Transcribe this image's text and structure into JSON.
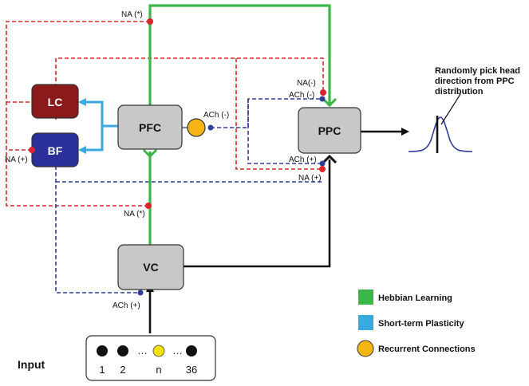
{
  "nodes": {
    "lc": "LC",
    "bf": "BF",
    "pfc": "PFC",
    "ppc": "PPC",
    "vc": "VC"
  },
  "labels": {
    "na_star_top": "NA (*)",
    "na_star_bottom": "NA (*)",
    "na_plus_bf": "NA (+)",
    "ach_minus_pfc": "ACh (-)",
    "na_minus_ppc": "NA(-)",
    "ach_minus_ppc": "ACh (-)",
    "ach_plus_ppc": "ACh (+)",
    "na_plus_ppc": "NA (+)",
    "ach_plus_vc": "ACh  (+)"
  },
  "annotation": {
    "line1": "Randomly pick head",
    "line2": "direction from PPC",
    "line3": "distribution"
  },
  "input": {
    "title": "Input",
    "n1": "1",
    "n2": "2",
    "ellipsis": "…",
    "nn": "n",
    "n36": "36"
  },
  "legend": {
    "hebbian": "Hebbian Learning",
    "short_term": "Short-term Plasticity",
    "recurrent": "Recurrent Connections"
  },
  "colors": {
    "green": "#3cb648",
    "blue_plasticity": "#3aa9e0",
    "red_dash": "#d9262b",
    "blue_dash": "#2e3d98",
    "orange": "#f7b514",
    "lc_fill": "#8b1a1a",
    "bf_fill": "#2a2f9a",
    "gray_node": "#c8c8c8"
  }
}
